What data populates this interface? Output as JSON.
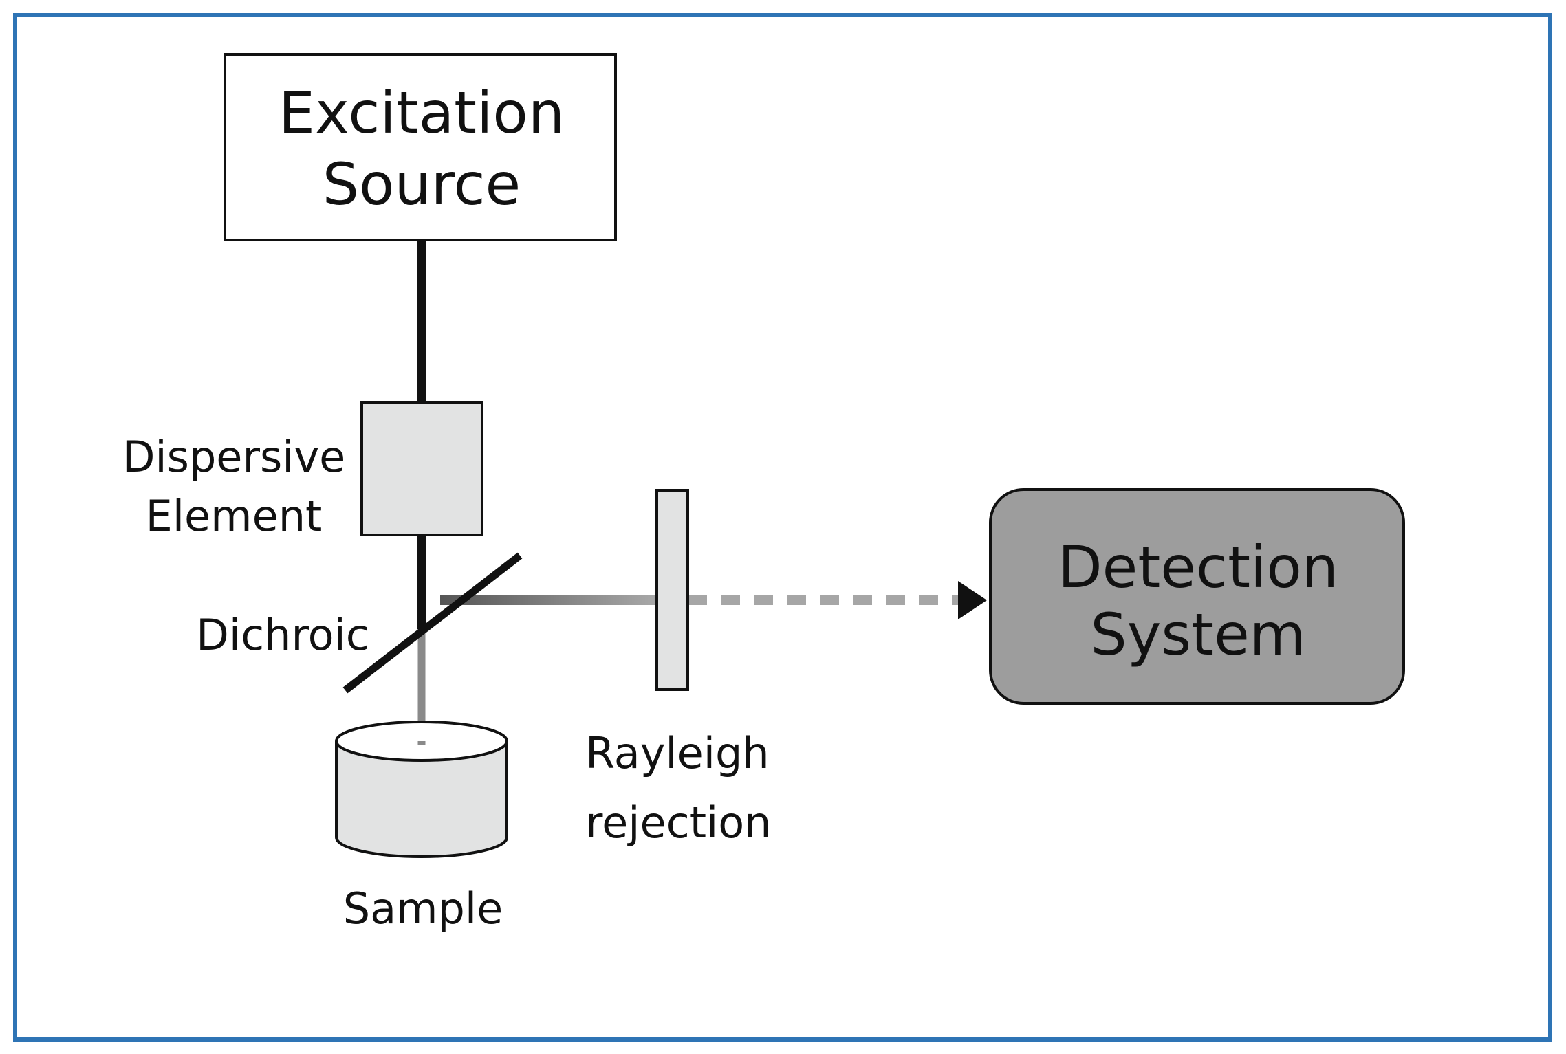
{
  "diagram": {
    "excitation_source": {
      "line1": "Excitation",
      "line2": "Source"
    },
    "dispersive_element": {
      "line1": "Dispersive",
      "line2": "Element"
    },
    "dichroic": {
      "label": "Dichroic"
    },
    "sample": {
      "label": "Sample"
    },
    "rayleigh_rejection": {
      "line1": "Rayleigh",
      "line2": "rejection"
    },
    "detection_system": {
      "line1": "Detection",
      "line2": "System"
    }
  },
  "colors": {
    "frame_border": "#2e74b5",
    "box_fill_light": "#e2e3e3",
    "detection_fill": "#9d9d9d",
    "stroke": "#111111"
  }
}
